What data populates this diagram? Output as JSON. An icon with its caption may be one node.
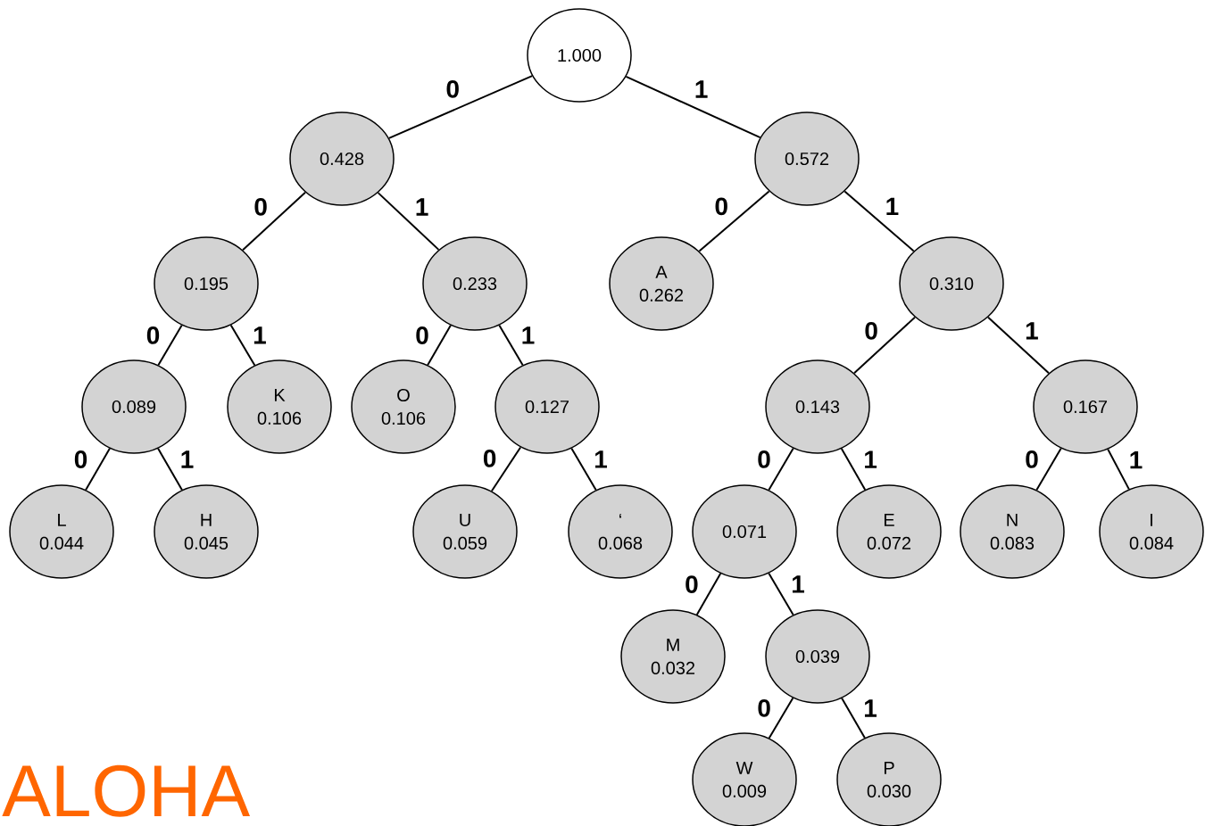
{
  "diagram": {
    "nodes": [
      {
        "text": [
          "1.000"
        ]
      },
      {
        "text": [
          "0.428"
        ]
      },
      {
        "text": [
          "0.572"
        ]
      },
      {
        "text": [
          "0.195"
        ]
      },
      {
        "text": [
          "0.233"
        ]
      },
      {
        "text": [
          "A",
          "0.262"
        ]
      },
      {
        "text": [
          "0.310"
        ]
      },
      {
        "text": [
          "0.089"
        ]
      },
      {
        "text": [
          "K",
          "0.106"
        ]
      },
      {
        "text": [
          "O",
          "0.106"
        ]
      },
      {
        "text": [
          "0.127"
        ]
      },
      {
        "text": [
          "0.143"
        ]
      },
      {
        "text": [
          "0.167"
        ]
      },
      {
        "text": [
          "L",
          "0.044"
        ]
      },
      {
        "text": [
          "H",
          "0.045"
        ]
      },
      {
        "text": [
          "U",
          "0.059"
        ]
      },
      {
        "text": [
          "‘",
          "0.068"
        ]
      },
      {
        "text": [
          "0.071"
        ]
      },
      {
        "text": [
          "E",
          "0.072"
        ]
      },
      {
        "text": [
          "N",
          "0.083"
        ]
      },
      {
        "text": [
          "I",
          "0.084"
        ]
      },
      {
        "text": [
          "M",
          "0.032"
        ]
      },
      {
        "text": [
          "0.039"
        ]
      },
      {
        "text": [
          "W",
          "0.009"
        ]
      },
      {
        "text": [
          "P",
          "0.030"
        ]
      }
    ],
    "edges": [
      {
        "from": 0,
        "to": 1,
        "arrow": "none",
        "label": "0"
      },
      {
        "from": 0,
        "to": 2,
        "arrow": "none",
        "label": "1"
      },
      {
        "from": 1,
        "to": 3,
        "arrow": "none",
        "label": "0"
      },
      {
        "from": 1,
        "to": 4,
        "arrow": "none",
        "label": "1"
      },
      {
        "from": 2,
        "to": 5,
        "arrow": "none",
        "label": "0"
      },
      {
        "from": 2,
        "to": 6,
        "arrow": "none",
        "label": "1"
      },
      {
        "from": 3,
        "to": 7,
        "arrow": "none",
        "label": "0"
      },
      {
        "from": 3,
        "to": 8,
        "arrow": "none",
        "label": "1"
      },
      {
        "from": 4,
        "to": 9,
        "arrow": "none",
        "label": "0"
      },
      {
        "from": 4,
        "to": 10,
        "arrow": "none",
        "label": "1"
      },
      {
        "from": 6,
        "to": 11,
        "arrow": "none",
        "label": "0"
      },
      {
        "from": 6,
        "to": 12,
        "arrow": "none",
        "label": "1"
      },
      {
        "from": 7,
        "to": 13,
        "arrow": "none",
        "label": "0"
      },
      {
        "from": 7,
        "to": 14,
        "arrow": "none",
        "label": "1"
      },
      {
        "from": 10,
        "to": 15,
        "arrow": "none",
        "label": "0"
      },
      {
        "from": 10,
        "to": 16,
        "arrow": "none",
        "label": "1"
      },
      {
        "from": 11,
        "to": 17,
        "arrow": "none",
        "label": "0"
      },
      {
        "from": 11,
        "to": 18,
        "arrow": "none",
        "label": "1"
      },
      {
        "from": 12,
        "to": 19,
        "arrow": "none",
        "label": "0"
      },
      {
        "from": 12,
        "to": 20,
        "arrow": "none",
        "label": "1"
      },
      {
        "from": 17,
        "to": 21,
        "arrow": "none",
        "label": "0"
      },
      {
        "from": 17,
        "to": 22,
        "arrow": "none",
        "label": "1"
      },
      {
        "from": 22,
        "to": 23,
        "arrow": "none",
        "label": "0"
      },
      {
        "from": 22,
        "to": 24,
        "arrow": "none",
        "label": "1"
      }
    ],
    "labels": [
      "ALOHA"
    ]
  }
}
